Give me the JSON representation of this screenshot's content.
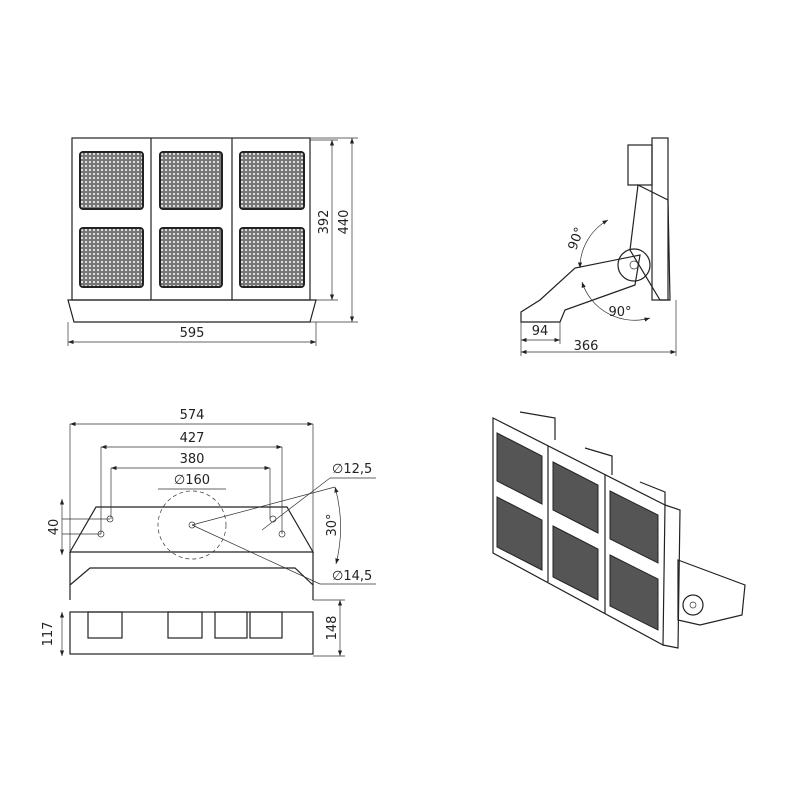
{
  "front_view": {
    "width": "595",
    "height_inner": "392",
    "height_total": "440"
  },
  "side_view": {
    "angle_up": "90°",
    "angle_down": "90°",
    "depth_bracket": "94",
    "depth_total": "366"
  },
  "top_view": {
    "width_total": "574",
    "hole_span_outer": "427",
    "hole_span_inner": "380",
    "diameter_center": "∅160",
    "hole_small": "∅12,5",
    "hole_large": "∅14,5",
    "hole_offset": "40",
    "tilt_angle": "30°",
    "height_low": "117",
    "height_high": "148"
  },
  "colors": {
    "line": "#222222",
    "module": "#555555"
  }
}
